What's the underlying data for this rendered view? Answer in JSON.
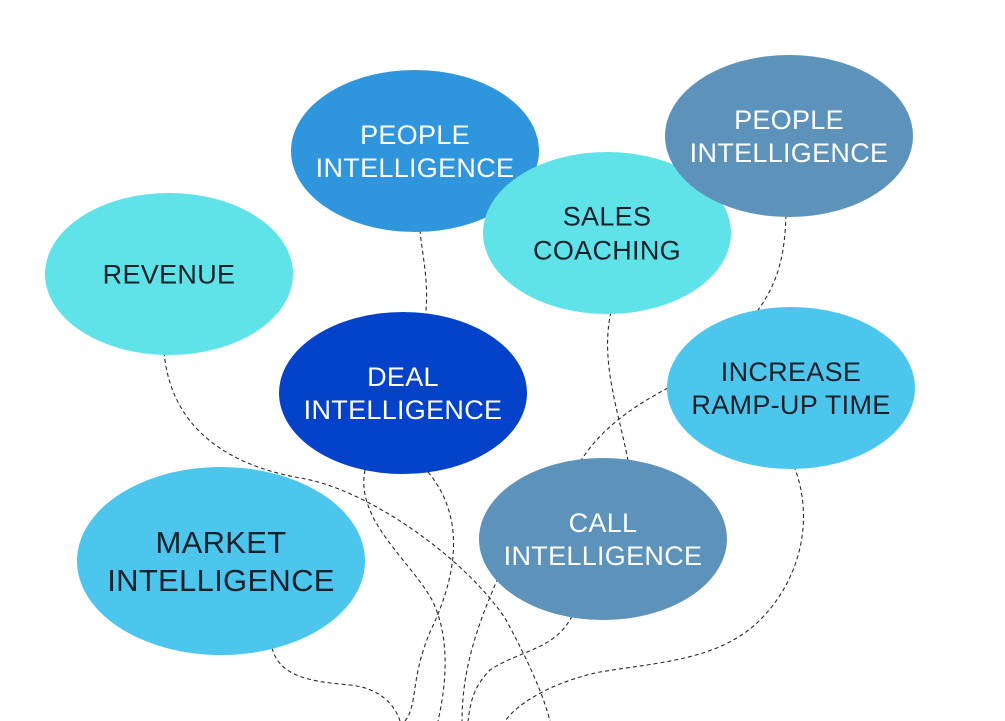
{
  "colors": {
    "aqua": "#5fe3e8",
    "sky": "#4dc6ee",
    "azure": "#2f95dd",
    "royal": "#0443c9",
    "steel": "#5d93bb",
    "text_dark": "#15202b",
    "text_light": "#ffffff",
    "string": "#2a2a2a"
  },
  "bubbles": [
    {
      "id": "revenue",
      "lines": [
        "REVENUE"
      ],
      "fill": "aqua",
      "text": "dark"
    },
    {
      "id": "people-intelligence-1",
      "lines": [
        "PEOPLE",
        "INTELLIGENCE"
      ],
      "fill": "azure",
      "text": "light"
    },
    {
      "id": "sales-coaching",
      "lines": [
        "SALES",
        "COACHING"
      ],
      "fill": "aqua",
      "text": "dark"
    },
    {
      "id": "people-intelligence-2",
      "lines": [
        "PEOPLE",
        "INTELLIGENCE"
      ],
      "fill": "steel",
      "text": "light"
    },
    {
      "id": "deal-intelligence",
      "lines": [
        "DEAL",
        "INTELLIGENCE"
      ],
      "fill": "royal",
      "text": "light"
    },
    {
      "id": "increase-ramp-up-time",
      "lines": [
        "INCREASE",
        "RAMP-UP TIME"
      ],
      "fill": "sky",
      "text": "dark"
    },
    {
      "id": "market-intelligence",
      "lines": [
        "MARKET",
        "INTELLIGENCE"
      ],
      "fill": "sky",
      "text": "dark"
    },
    {
      "id": "call-intelligence",
      "lines": [
        "CALL",
        "INTELLIGENCE"
      ],
      "fill": "steel",
      "text": "light"
    }
  ]
}
